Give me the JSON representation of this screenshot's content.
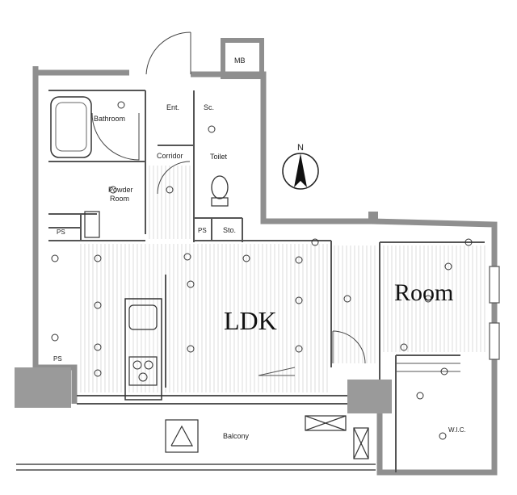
{
  "rooms": {
    "ldk": "LDK",
    "room": "Room",
    "bathroom": "Bathroom",
    "powder_room": "Powder\nRoom",
    "corridor": "Corridor",
    "toilet": "Toilet",
    "entrance": "Ent.",
    "shoe_closet": "Sc.",
    "storage": "Sto.",
    "balcony": "Balcony",
    "wic": "W.I.C.",
    "mb": "MB",
    "ps": "PS"
  },
  "compass": {
    "north": "N"
  },
  "colors": {
    "wall": "#8f8f8f",
    "line": "#333333",
    "floor": "#b9b9b9"
  }
}
